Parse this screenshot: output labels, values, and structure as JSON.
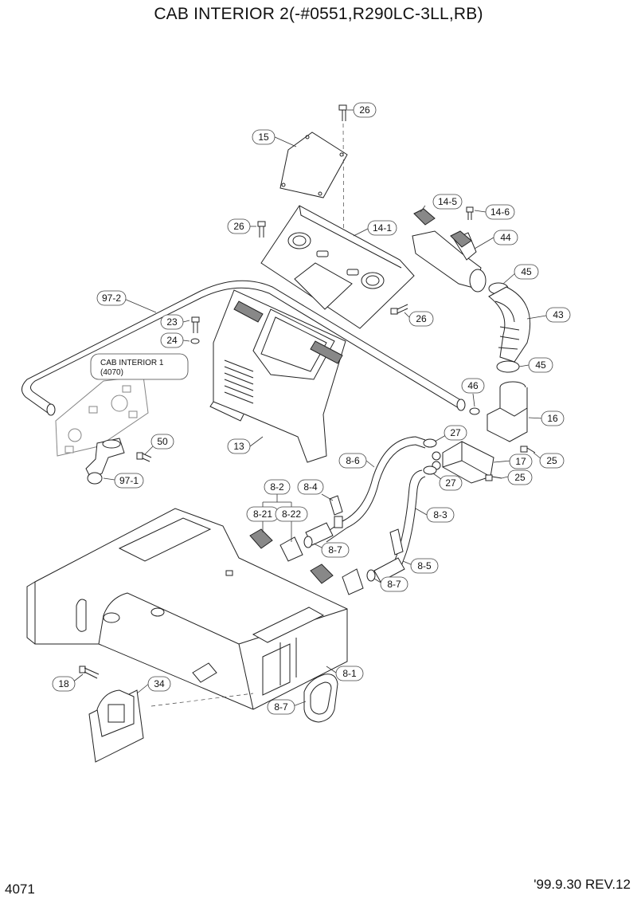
{
  "title": "CAB INTERIOR 2(-#0551,R290LC-3LL,RB)",
  "page_number": "4071",
  "revision": "'99.9.30 REV.12",
  "reference": {
    "line1": "CAB INTERIOR 1",
    "line2": "(4070)"
  },
  "callouts": {
    "c15": "15",
    "c26a": "26",
    "c26b": "26",
    "c26c": "26",
    "c14_1": "14-1",
    "c14_5": "14-5",
    "c14_6": "14-6",
    "c44": "44",
    "c45a": "45",
    "c45b": "45",
    "c43": "43",
    "c97_2": "97-2",
    "c23": "23",
    "c24": "24",
    "c46": "46",
    "c16": "16",
    "c13": "13",
    "c50": "50",
    "c97_1": "97-1",
    "c27a": "27",
    "c27b": "27",
    "c8_6": "8-6",
    "c17": "17",
    "c25a": "25",
    "c25b": "25",
    "c8_2": "8-2",
    "c8_4": "8-4",
    "c8_21": "8-21",
    "c8_22": "8-22",
    "c8_3": "8-3",
    "c8_7a": "8-7",
    "c8_5": "8-5",
    "c8_7b": "8-7",
    "c18": "18",
    "c34": "34",
    "c8_1": "8-1",
    "c8_7c": "8-7"
  }
}
